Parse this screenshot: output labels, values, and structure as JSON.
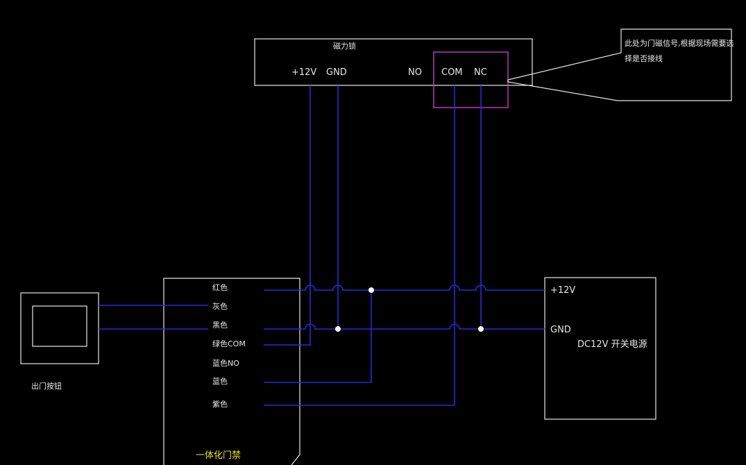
{
  "colors": {
    "background": "#000000",
    "outline": "#e8e8e8",
    "wire": "#2a2ad6",
    "highlight": "#c83cc8",
    "controller_label": "#e6e600"
  },
  "lock": {
    "title": "磁力锁",
    "terminals": [
      "+12V",
      "GND",
      "NO",
      "COM",
      "NC"
    ]
  },
  "note": {
    "line1": "此处为门磁信号,根据现场需要选",
    "line2": "择是否接线"
  },
  "controller": {
    "title": "一体化门禁",
    "wires": [
      "红色",
      "灰色",
      "黑色",
      "绿色COM",
      "蓝色NO",
      "蓝色",
      "紫色"
    ]
  },
  "exit_button": {
    "label": "出门按钮"
  },
  "psu": {
    "label": "DC12V 开关电源",
    "terminals": [
      "+12V",
      "GND"
    ]
  }
}
